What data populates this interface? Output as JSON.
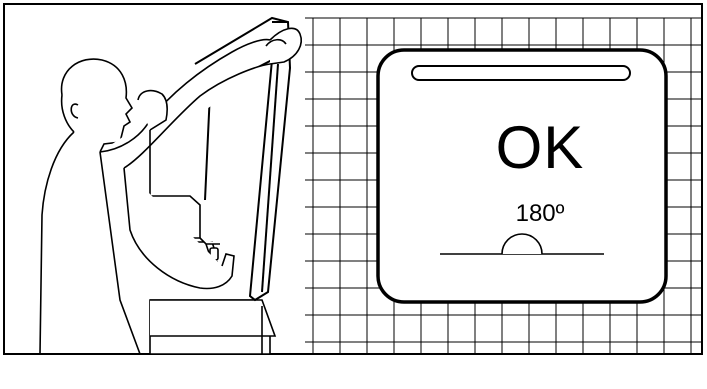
{
  "panel": {
    "status_text": "OK",
    "angle_text": "180º"
  },
  "colors": {
    "ink": "#000000",
    "paper": "#ffffff"
  },
  "icons": {
    "person": "person-opening-mirror-cabinet",
    "indicator": "angle-indicator-icon"
  }
}
